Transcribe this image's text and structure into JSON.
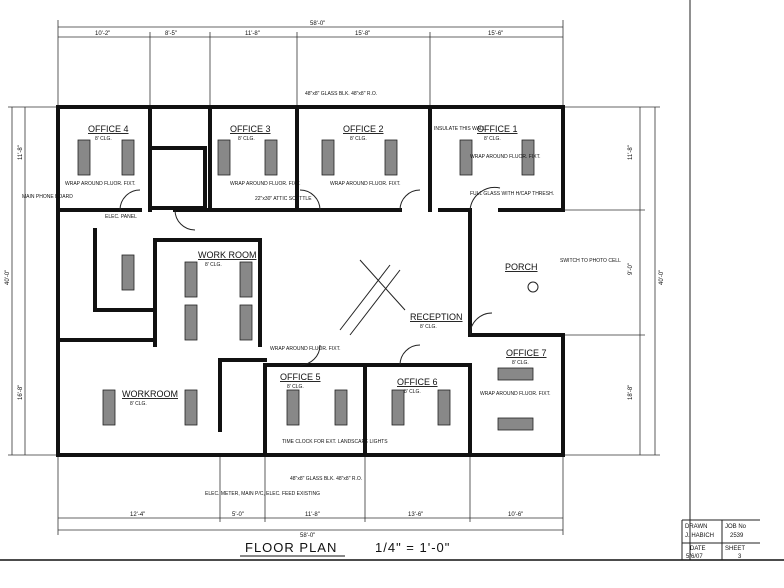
{
  "drawing": {
    "title": "FLOOR PLAN",
    "scale": "1/4\" = 1'-0\"",
    "overall_dimension_top": "58'-0\"",
    "overall_dimension_bottom": "58'-0\"",
    "overall_dimension_right": "40'-0\"",
    "top_dimensions": [
      "10'-2\"",
      "8'-5\"",
      "11'-8\"",
      "15'-8\"",
      "15'-6\""
    ],
    "bottom_dimensions": [
      "12'-4\"",
      "5'-0\"",
      "11'-8\"",
      "13'-6\"",
      "10'-6\""
    ],
    "right_dimensions": [
      "11'-8\"",
      "9'-0\"",
      "18'-8\""
    ],
    "left_dimensions": [
      "11'-8\"",
      "40'-0\"",
      "16'-8\""
    ]
  },
  "rooms": [
    {
      "name": "OFFICE 4",
      "note": "8' CLG."
    },
    {
      "name": "OFFICE 3",
      "note": "8' CLG."
    },
    {
      "name": "OFFICE 2",
      "note": "8' CLG."
    },
    {
      "name": "OFFICE 1",
      "note": "8' CLG."
    },
    {
      "name": "WORK ROOM",
      "note": "8' CLG."
    },
    {
      "name": "RECEPTION",
      "note": "8' CLG."
    },
    {
      "name": "PORCH",
      "note": ""
    },
    {
      "name": "OFFICE 7",
      "note": "8' CLG."
    },
    {
      "name": "OFFICE 6",
      "note": "8' CLG."
    },
    {
      "name": "OFFICE 5",
      "note": "8' CLG."
    },
    {
      "name": "WORKROOM",
      "note": "8' CLG."
    }
  ],
  "notes": [
    "WRAP AROUND FLUOR. FIXT.",
    "INSULATE THIS WALL",
    "FULL GLASS WITH H/CAP THRESH.",
    "48\"x8\" GLASS BLK. 48\"x8\" R.O.",
    "22\"x30\" ATTIC SCUTTLE",
    "SWITCH TO PHOTO CELL",
    "ELEC. PANEL",
    "MAIN PHONE BOARD",
    "TIME CLOCK FOR EXT. LANDSCAPE LIGHTS",
    "ELEC. METER, MAIN P/C, ELEC. FEED EXISTING"
  ],
  "title_block": {
    "drawn_label": "DRAWN",
    "drawn_by": "J. HABICH",
    "job_label": "JOB No",
    "job_number": "2539",
    "date_label": "DATE",
    "date": "5/6/07",
    "sheet_label": "SHEET",
    "sheet": "3"
  }
}
